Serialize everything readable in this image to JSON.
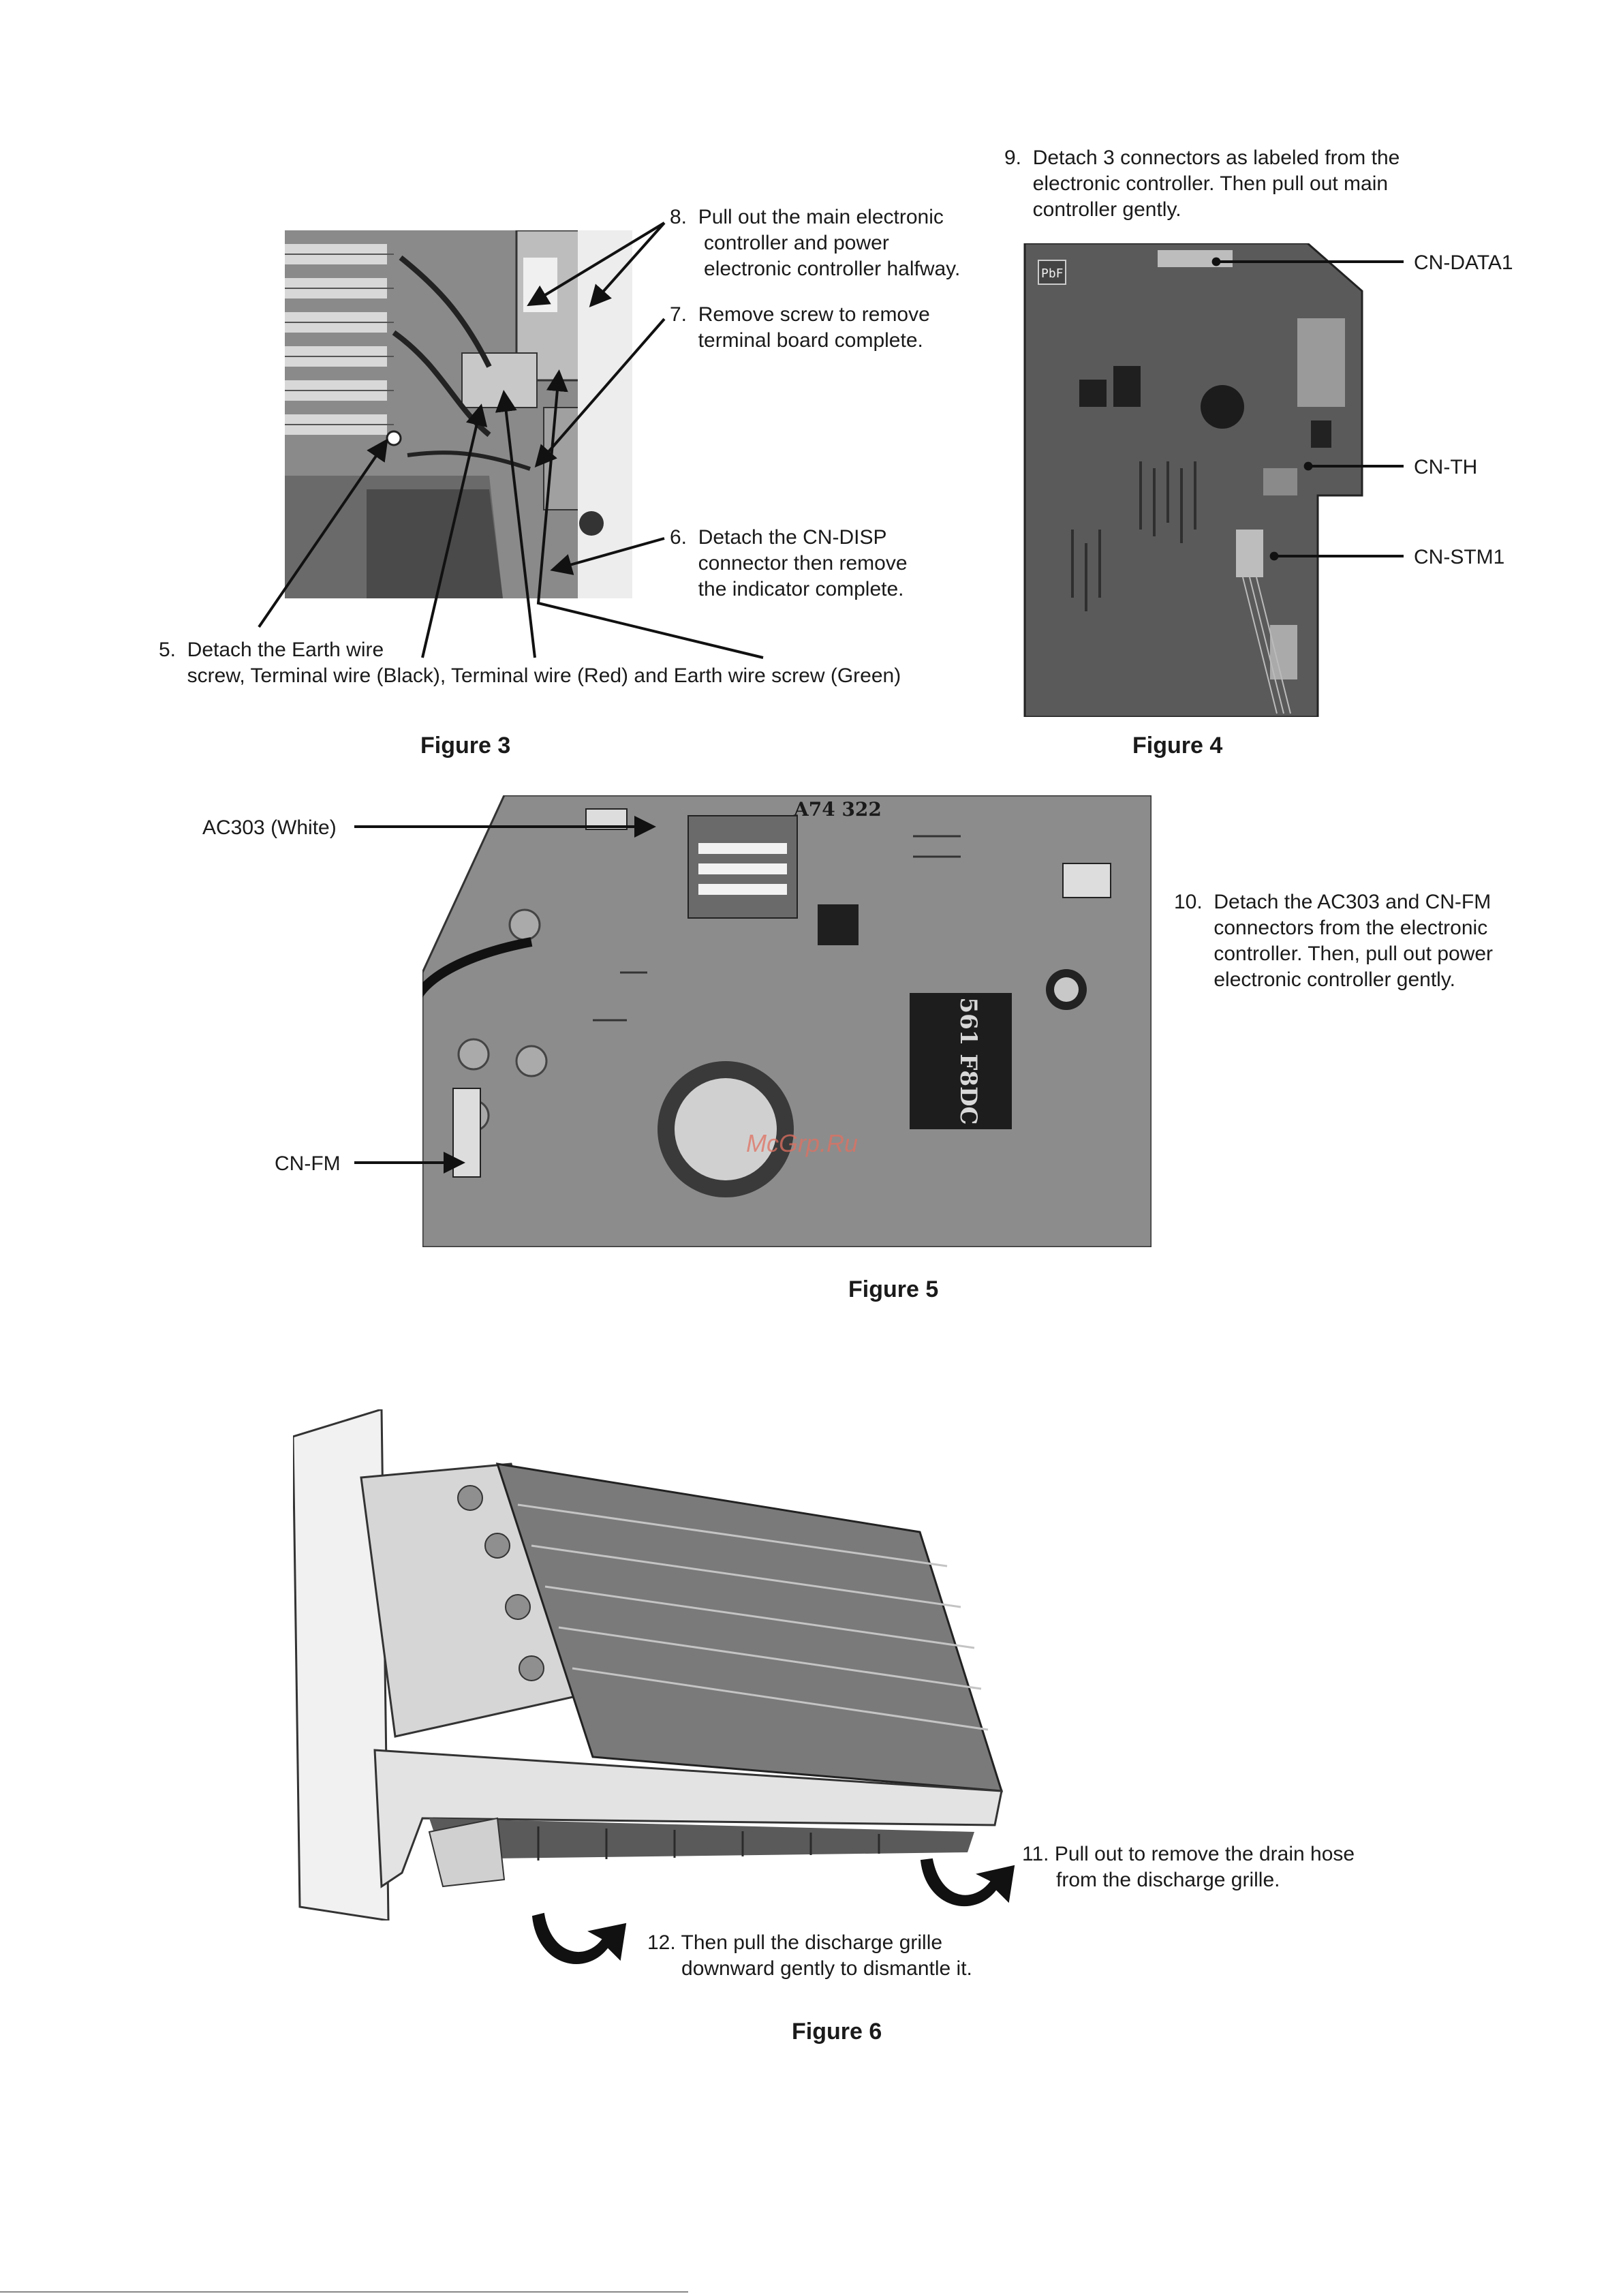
{
  "figure3": {
    "caption": "Figure 3",
    "step8": "8.  Pull out the main electronic\n      controller and power\n      electronic controller halfway.",
    "step7": "7.  Remove screw to remove\n     terminal board complete.",
    "step6": "6.  Detach the CN-DISP\n     connector then remove\n     the indicator complete.",
    "step5": "5.  Detach the Earth wire\n     screw, Terminal wire (Black), Terminal wire (Red) and Earth wire screw (Green)"
  },
  "figure4": {
    "caption": "Figure 4",
    "step9": "9.  Detach 3 connectors as labeled from the\n     electronic controller. Then pull out main\n     controller gently.",
    "labels": [
      "CN-DATA1",
      "CN-TH",
      "CN-STM1"
    ],
    "board_marking": "PbF"
  },
  "figure5": {
    "caption": "Figure 5",
    "label_ac303": "AC303 (White)",
    "label_cnfm": "CN-FM",
    "step10": "10.  Detach the AC303 and CN-FM\n       connectors from the electronic\n       controller. Then, pull out power\n       electronic controller gently.",
    "board_marking": "A74 322",
    "transformer_marking": "561 F8DC",
    "watermark": "McGrp.Ru"
  },
  "figure6": {
    "caption": "Figure 6",
    "step11": "11. Pull out to remove the drain hose\n      from the discharge grille.",
    "step12": "12. Then pull the discharge grille\n      downward gently to dismantle it."
  }
}
